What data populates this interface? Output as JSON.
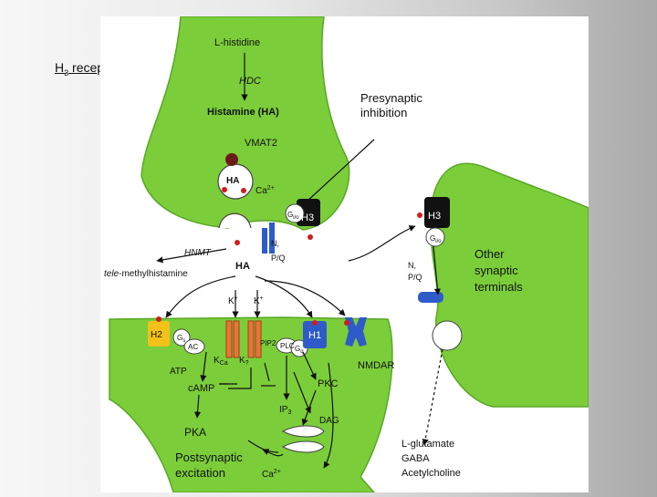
{
  "slide": {
    "title_main": "H",
    "title_sub": "3",
    "title_rest": " receptor"
  },
  "colors": {
    "neuron": "#7ccd3a",
    "neuron_dark": "#58a826",
    "receptor_black": "#111111",
    "receptor_yellow": "#f2c21a",
    "receptor_blue": "#2e5bc8",
    "channel_orange": "#e8743a",
    "dot_red": "#d01c1c",
    "vesicle_fill": "#6b1a1a"
  },
  "diagram": {
    "l_histidine": "L-histidine",
    "hdc": "HDC",
    "histamine": "Histamine (HA)",
    "vmat2": "VMAT2",
    "vesicle_ha": "HA",
    "ca_pre": "Ca",
    "ca_pre_sup": "2+",
    "gio_left": "G",
    "gio_left_sub": "i/o",
    "h3_left": "H3",
    "presyn_line1": "Presynaptic",
    "presyn_line2": "inhibition",
    "np_left_1": "N,",
    "np_left_2": "P/Q",
    "hnmt": "HNMT",
    "tele_1": "tele",
    "tele_2": "-methylhistamine",
    "ha_cleft": "HA",
    "k_left": "K",
    "k_right": "K",
    "k_sup": "+",
    "h3_right": "H3",
    "gio_right": "G",
    "gio_right_sub": "i/o",
    "np_right_1": "N,",
    "np_right_2": "P/Q",
    "other_1": "Other",
    "other_2": "synaptic",
    "other_3": "terminals",
    "h2": "H2",
    "gs": "G",
    "gs_sub": "s",
    "ac": "AC",
    "atp": "ATP",
    "kca": "K",
    "kca_sub": "Ca",
    "kx": "K",
    "kx_sub": "?",
    "pip2": "PIP2",
    "plc": "PLC",
    "gq": "G",
    "gq_sub": "q",
    "h1": "H1",
    "nmdar": "NMDAR",
    "camp": "cAMP",
    "pkc": "PKC",
    "ip3": "IP",
    "ip3_sub": "3",
    "dag": "DAG",
    "pka": "PKA",
    "post_1": "Postsynaptic",
    "post_2": "excitation",
    "ca_post": "Ca",
    "ca_post_sup": "2+",
    "nt_1": "L-glutamate",
    "nt_2": "GABA",
    "nt_3": "Acetylcholine"
  }
}
